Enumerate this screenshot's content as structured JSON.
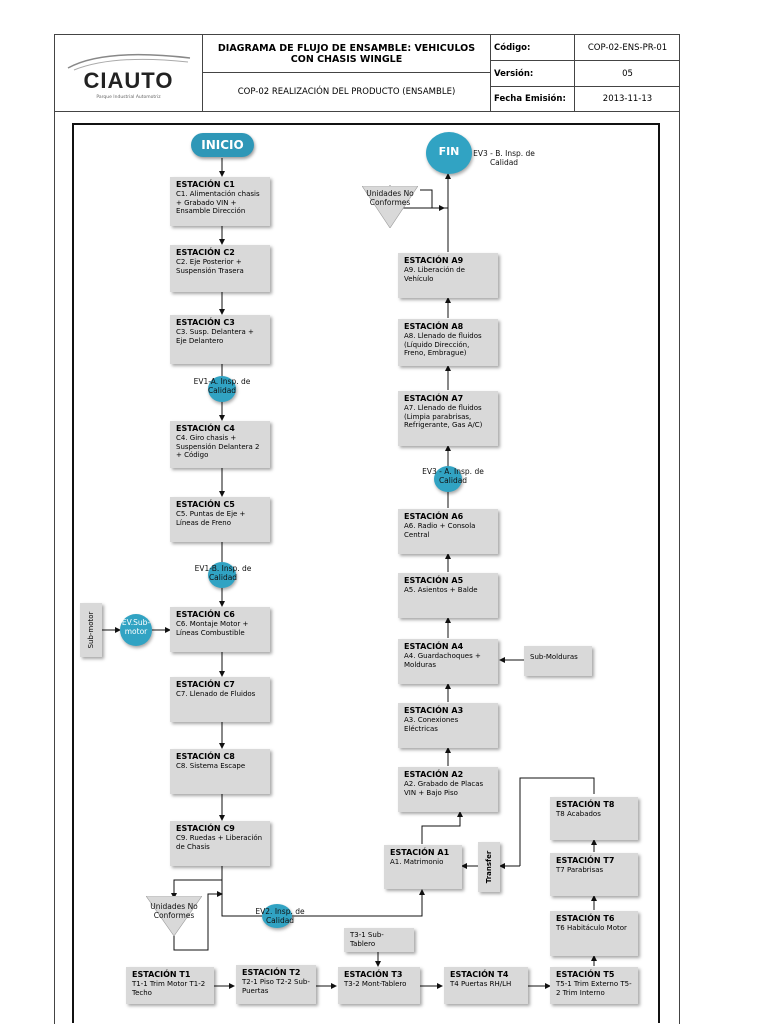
{
  "header": {
    "logo_text": "CIAUTO",
    "logo_sub": "Parque Industrial Automotriz",
    "title": "DIAGRAMA DE FLUJO DE ENSAMBLE: VEHICULOS CON CHASIS WINGLE",
    "subtitle": "COP-02 REALIZACIÓN DEL PRODUCTO (ENSAMBLE)",
    "code_label": "Código:",
    "code_value": "COP-02-ENS-PR-01",
    "version_label": "Versión:",
    "version_value": "05",
    "date_label": "Fecha Emisión:",
    "date_value": "2013-11-13"
  },
  "flow": {
    "start": "INICIO",
    "end": "FIN",
    "c1": {
      "title": "ESTACIÓN C1",
      "desc": "C1. Alimentación chasis + Grabado VIN + Ensamble Dirección"
    },
    "c2": {
      "title": "ESTACIÓN C2",
      "desc": "C2. Eje Posterior + Suspensión Trasera"
    },
    "c3": {
      "title": "ESTACIÓN C3",
      "desc": "C3. Susp. Delantera + Eje Delantero"
    },
    "c4": {
      "title": "ESTACIÓN C4",
      "desc": "C4. Giro chasis + Suspensión Delantera 2 + Código"
    },
    "c5": {
      "title": "ESTACIÓN C5",
      "desc": "C5. Puntas de Eje + Líneas de Freno"
    },
    "c6": {
      "title": "ESTACIÓN C6",
      "desc": "C6. Montaje Motor + Líneas Combustible"
    },
    "c7": {
      "title": "ESTACIÓN C7",
      "desc": "C7. Llenado de Fluidos"
    },
    "c8": {
      "title": "ESTACIÓN C8",
      "desc": "C8. Sistema Escape"
    },
    "c9": {
      "title": "ESTACIÓN C9",
      "desc": "C9. Ruedas + Liberación de Chasis"
    },
    "a1": {
      "title": "ESTACIÓN A1",
      "desc": "A1. Matrimonio"
    },
    "a2": {
      "title": "ESTACIÓN A2",
      "desc": "A2. Grabado de Placas VIN + Bajo Piso"
    },
    "a3": {
      "title": "ESTACIÓN A3",
      "desc": "A3. Conexiones Eléctricas"
    },
    "a4": {
      "title": "ESTACIÓN A4",
      "desc": "A4. Guardachoques + Molduras"
    },
    "a5": {
      "title": "ESTACIÓN A5",
      "desc": "A5. Asientos + Balde"
    },
    "a6": {
      "title": "ESTACIÓN A6",
      "desc": "A6. Radio + Consola Central"
    },
    "a7": {
      "title": "ESTACIÓN A7",
      "desc": "A7. Llenado de fluidos (Limpia parabrisas, Refrigerante, Gas A/C)"
    },
    "a8": {
      "title": "ESTACIÓN A8",
      "desc": "A8. Llenado de fluidos (Líquido Dirección, Freno, Embrague)"
    },
    "a9": {
      "title": "ESTACIÓN A9",
      "desc": "A9. Liberación de Vehículo"
    },
    "t1": {
      "title": "ESTACIÓN T1",
      "desc": "T1-1 Trim Motor T1-2 Techo"
    },
    "t2": {
      "title": "ESTACIÓN T2",
      "desc": "T2-1 Piso T2-2 Sub-Puertas"
    },
    "t3": {
      "title": "ESTACIÓN T3",
      "desc": "T3-2 Mont-Tablero"
    },
    "t4": {
      "title": "ESTACIÓN T4",
      "desc": "T4 Puertas RH/LH"
    },
    "t5": {
      "title": "ESTACIÓN T5",
      "desc": "T5-1 Trim Externo T5-2 Trim Interno"
    },
    "t6": {
      "title": "ESTACIÓN T6",
      "desc": "T6 Habitáculo Motor"
    },
    "t7": {
      "title": "ESTACIÓN T7",
      "desc": "T7 Parabrisas"
    },
    "t8": {
      "title": "ESTACIÓN T8",
      "desc": "T8 Acabados"
    },
    "t3_sub": "T3-1 Sub-Tablero",
    "sub_molduras": "Sub-Molduras",
    "sub_motor": "Sub-motor",
    "ev_submotor": "EV.Sub-motor",
    "transfer": "Transfer",
    "ev1a": "EV1-A. Insp. de Calidad",
    "ev1b": "EV1-B. Insp. de Calidad",
    "ev2": "EV2. Insp. de Calidad",
    "ev3a": "EV3 - A. Insp. de Calidad",
    "ev3b": "EV3 - B. Insp. de Calidad",
    "nc_left": "Unidades No Conformes",
    "nc_right": "Unidades No Conformes"
  },
  "colors": {
    "accent": "#2e97b7",
    "box": "#d9d9d9"
  }
}
